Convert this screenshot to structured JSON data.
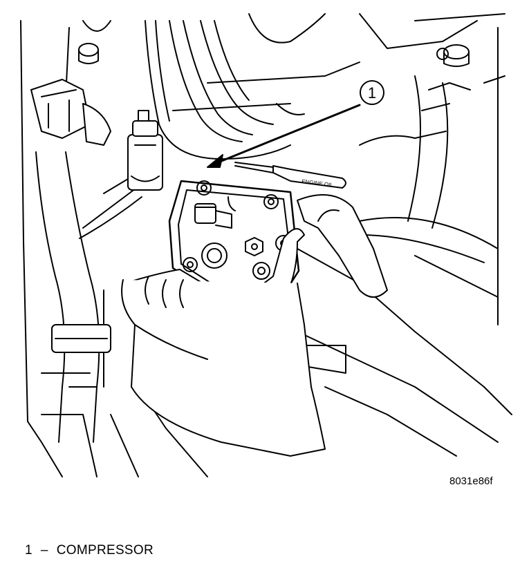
{
  "callout": {
    "number": "1"
  },
  "tool_label": "ENGINE OIL",
  "figure_code": "8031e86f",
  "legend": {
    "number": "1",
    "separator": "–",
    "text": "COMPRESSOR"
  }
}
